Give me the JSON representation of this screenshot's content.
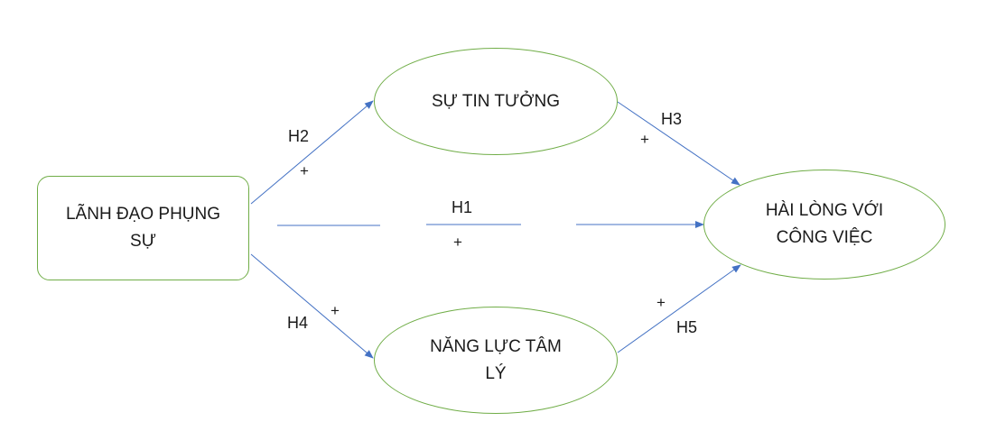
{
  "nodes": {
    "leader": {
      "text_lines": [
        "LÃNH ĐẠO PHỤNG",
        "SỰ"
      ]
    },
    "trust": {
      "text_lines": [
        "SỰ TIN TƯỞNG"
      ]
    },
    "psycap": {
      "text_lines": [
        "NĂNG LỰC TÂM",
        "LÝ"
      ]
    },
    "satisfaction": {
      "text_lines": [
        "HÀI LÒNG VỚI",
        "CÔNG VIỆC"
      ]
    }
  },
  "edges": {
    "h1": {
      "label": "H1",
      "sign": "+",
      "from": "LÃNH ĐẠO PHỤNG SỰ",
      "to": "HÀI LÒNG VỚI CÔNG VIỆC"
    },
    "h2": {
      "label": "H2",
      "sign": "+",
      "from": "LÃNH ĐẠO PHỤNG SỰ",
      "to": "SỰ TIN TƯỞNG"
    },
    "h3": {
      "label": "H3",
      "sign": "+",
      "from": "SỰ TIN TƯỞNG",
      "to": "HÀI LÒNG VỚI CÔNG VIỆC"
    },
    "h4": {
      "label": "H4",
      "sign": "+",
      "from": "LÃNH ĐẠO PHỤNG SỰ",
      "to": "NĂNG LỰC TÂM LÝ"
    },
    "h5": {
      "label": "H5",
      "sign": "+",
      "from": "NĂNG LỰC TÂM LÝ",
      "to": "HÀI LÒNG VỚI CÔNG VIỆC"
    }
  },
  "colors": {
    "node_border": "#70ad47",
    "arrow": "#4472c4",
    "text": "#1a1a1a"
  }
}
